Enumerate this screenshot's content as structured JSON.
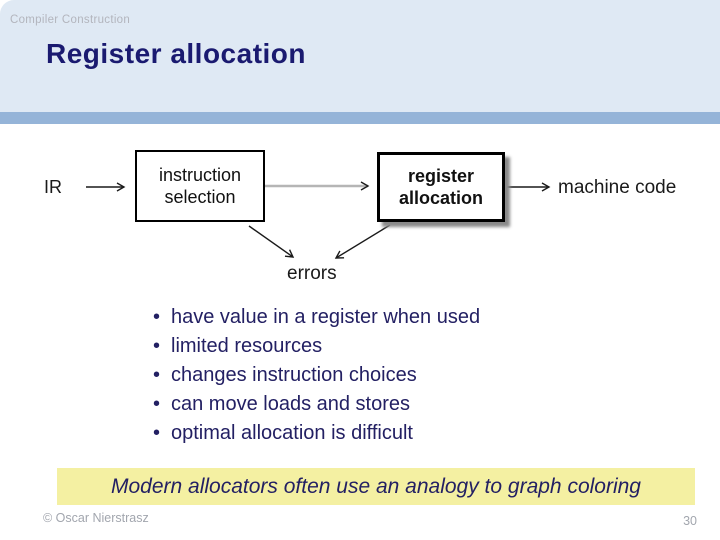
{
  "header": {
    "course": "Compiler Construction",
    "title": "Register allocation"
  },
  "diagram": {
    "input_label": "IR",
    "box_instruction_selection": [
      "instruction",
      "selection"
    ],
    "box_register_allocation": [
      "register",
      "allocation"
    ],
    "output_label": "machine code",
    "errors_label": "errors"
  },
  "bullets": [
    "have value in a register when used",
    "limited resources",
    "changes instruction choices",
    "can move loads and stores",
    "optimal allocation is difficult"
  ],
  "callout": {
    "text": "Modern allocators often use an analogy to graph coloring"
  },
  "footer": {
    "copyright": "© Oscar Nierstrasz",
    "page_number": "30"
  },
  "colors": {
    "header_bg": "#dfe9f4",
    "divider": "#95b4d8",
    "title_text": "#1a1a70",
    "body_text": "#232063",
    "callout_bg": "#f4f0a2",
    "muted_text": "#a2a6ae",
    "muted_header_text": "#b3b5bd",
    "gray_arrow": "#b5b5b5"
  }
}
